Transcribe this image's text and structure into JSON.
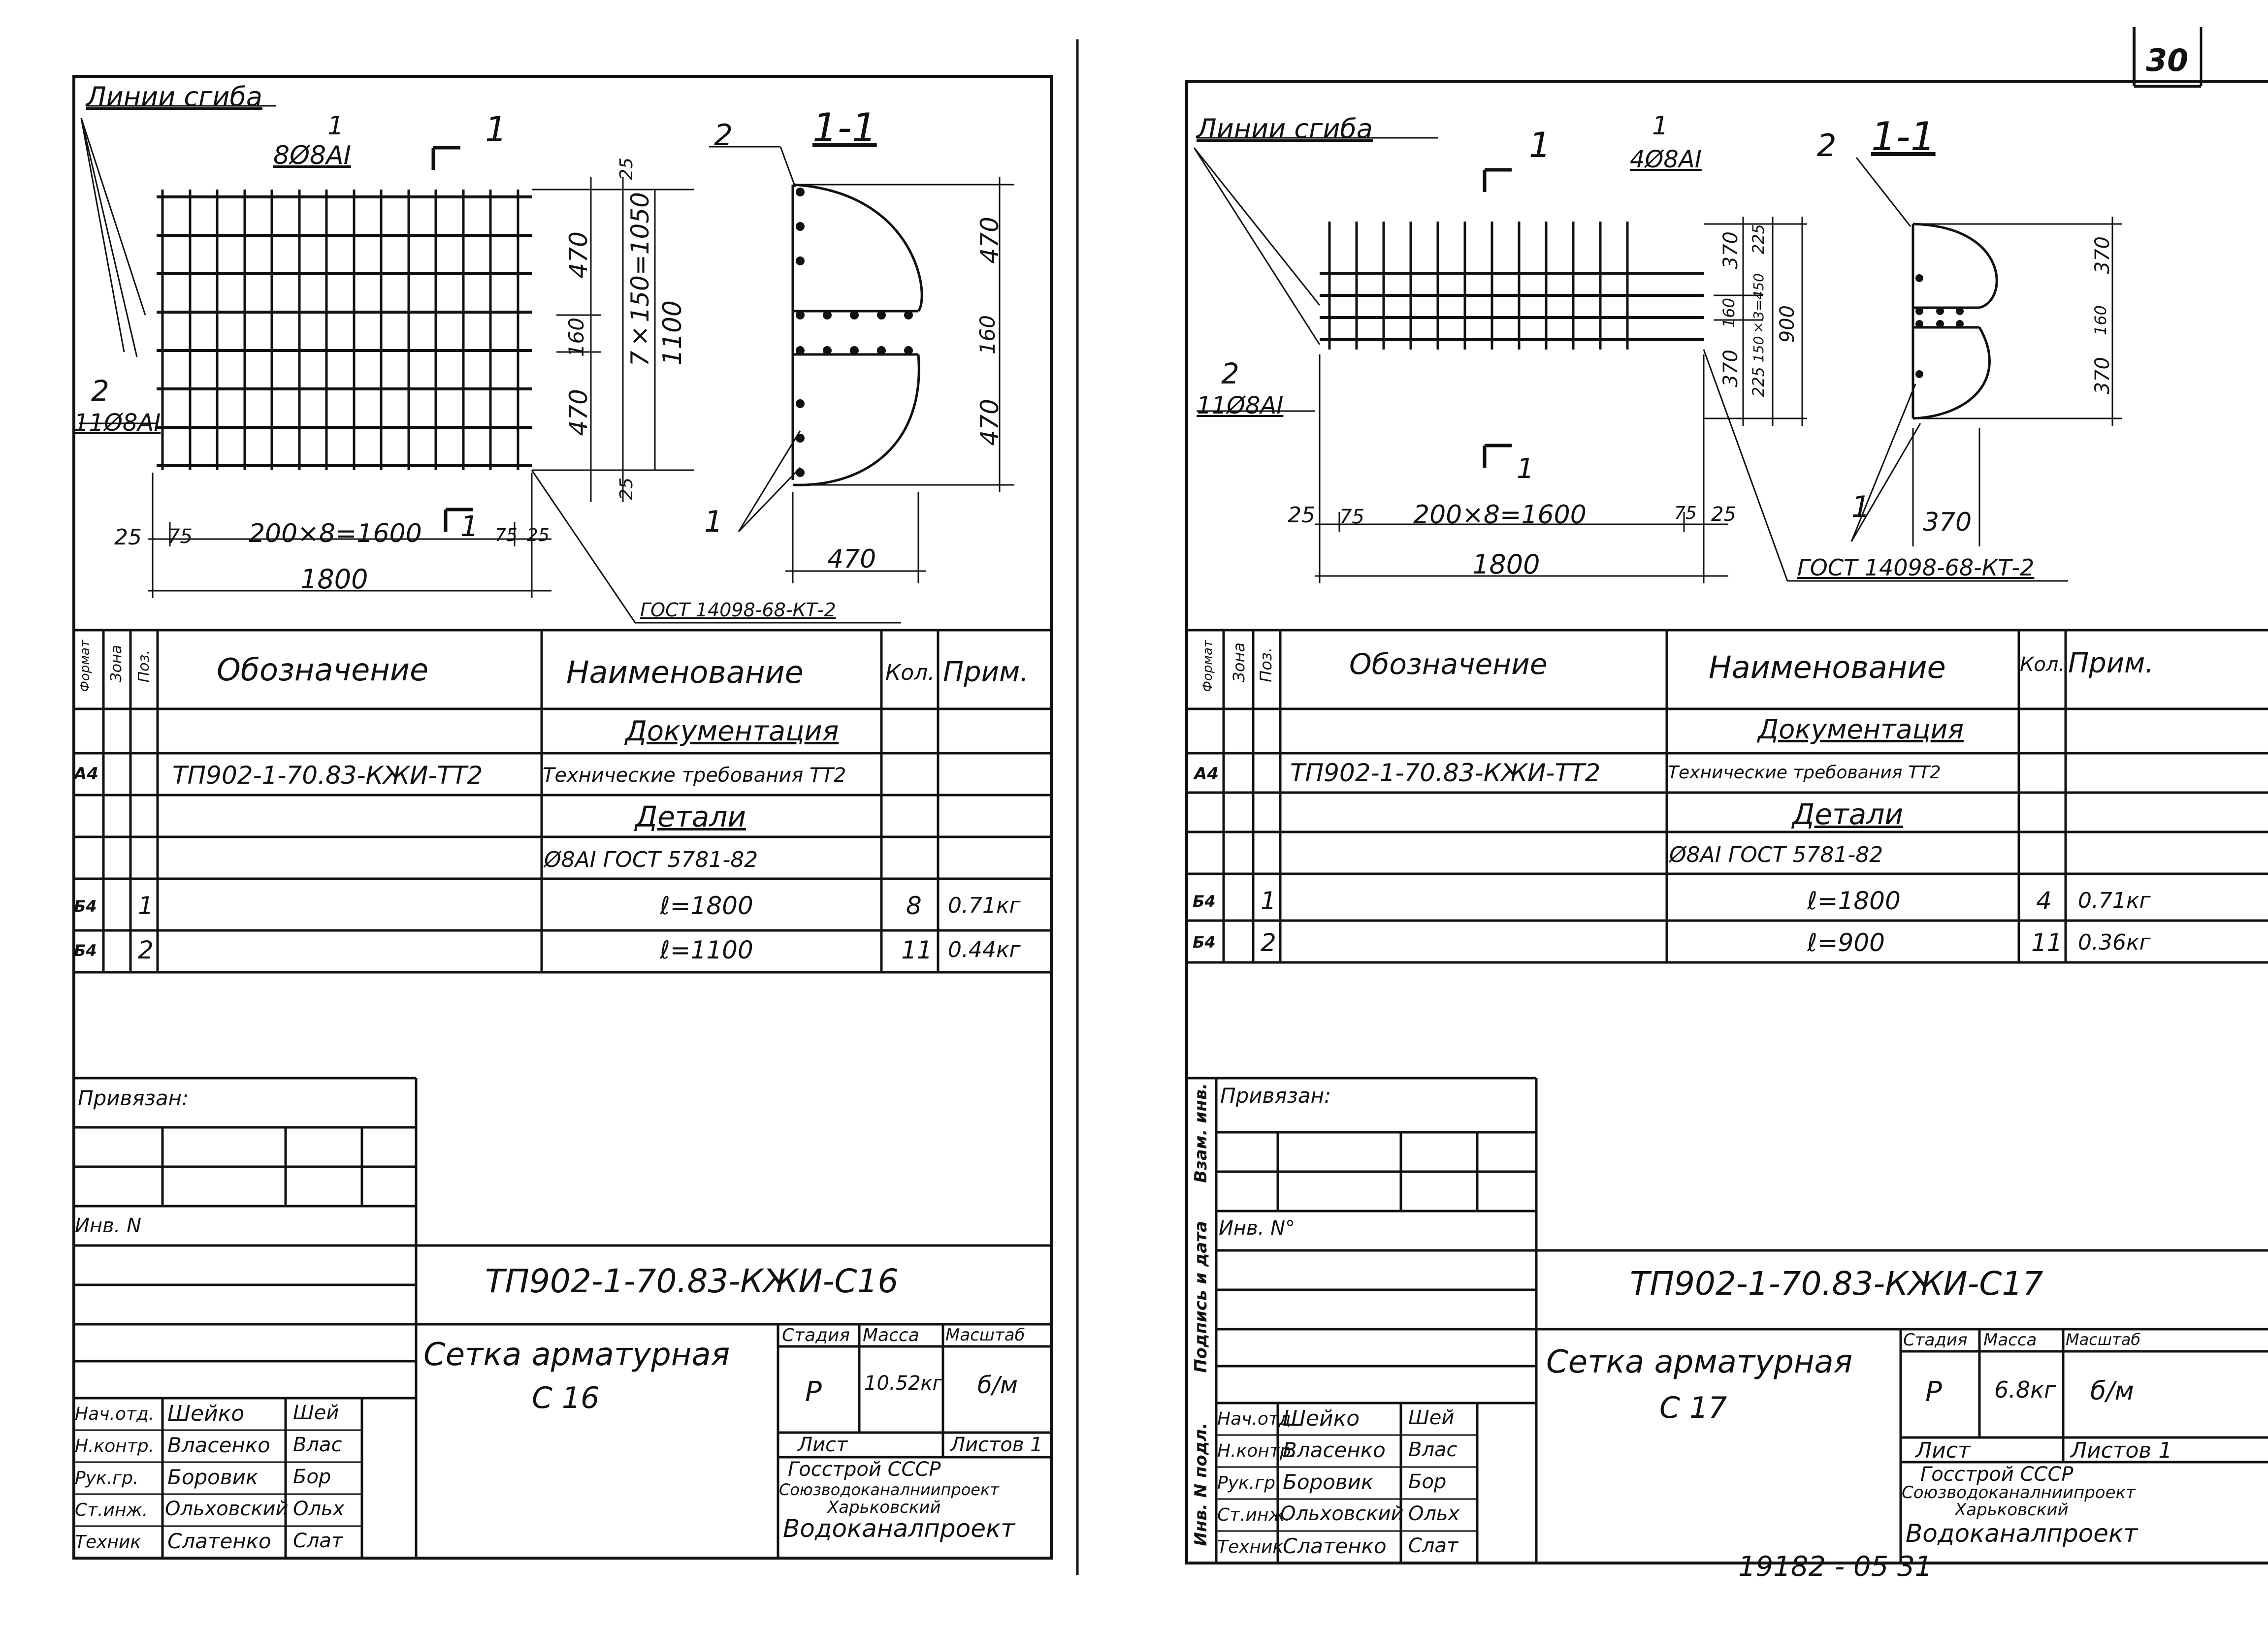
{
  "page_number": "30",
  "stamp_bottom": "19182 - 05   31",
  "sheets": [
    {
      "bend_lines_label": "Линии сгиба",
      "section_label": "1",
      "section_view_label": "1-1",
      "pos1_callout": "1",
      "pos1_bars": "8Ø8АI",
      "pos2_callout": "2",
      "pos2_bars": "11Ø8АI",
      "dim_bottom_spacing": "200×8=1600",
      "dim_bottom_total": "1800",
      "dim_25": "25",
      "dim_75": "75",
      "dim_470": "470",
      "dim_160": "160",
      "dim_spacing_v": "7×150=1050",
      "dim_total_v": "1100",
      "dim_section_w": "470",
      "gost_ref": "ГОСТ 14098-68-КТ-2",
      "table": {
        "head_format": "Формат",
        "head_zone": "Зона",
        "head_pos": "Поз.",
        "head_designation": "Обозначение",
        "head_name": "Наименование",
        "head_qty": "Кол.",
        "head_note": "Прим.",
        "section_docs": "Документация",
        "doc_format": "А4",
        "doc_designation": "ТП902-1-70.83-КЖИ-ТТ2",
        "doc_name": "Технические требования ТТ2",
        "section_details": "Детали",
        "material": "Ø8АI ГОСТ 5781-82",
        "row1_format": "Б4",
        "row1_pos": "1",
        "row1_name": "ℓ=1800",
        "row1_qty": "8",
        "row1_note": "0.71кг",
        "row2_format": "Б4",
        "row2_pos": "2",
        "row2_name": "ℓ=1100",
        "row2_qty": "11",
        "row2_note": "0.44кг"
      },
      "privyazan": "Привязан:",
      "inv_no": "Инв. N",
      "doc_code": "ТП902-1-70.83-КЖИ-С16",
      "title": "Сетка арматурная",
      "title_sub": "С 16",
      "stage_head": "Стадия",
      "mass_head": "Масса",
      "scale_head": "Масштаб",
      "stage": "Р",
      "mass": "10.52кг",
      "scale": "б/м",
      "sheet_label": "Лист",
      "sheets_label": "Листов 1",
      "org1": "Госстрой СССР",
      "org2": "Союзводоканалниипроект",
      "org3": "Харьковский",
      "org4": "Водоканалпроект",
      "signers": [
        {
          "role": "Нач.отд.",
          "name": "Шейко",
          "sig": "Шей"
        },
        {
          "role": "Н.контр.",
          "name": "Власенко",
          "sig": "Влас"
        },
        {
          "role": "Рук.гр.",
          "name": "Боровик",
          "sig": "Бор"
        },
        {
          "role": "Ст.инж.",
          "name": "Ольховский",
          "sig": "Ольх"
        },
        {
          "role": "Техник",
          "name": "Слатенко",
          "sig": "Слат"
        }
      ]
    },
    {
      "bend_lines_label": "Линии сгиба",
      "section_label": "1",
      "section_view_label": "1-1",
      "pos1_callout": "1",
      "pos1_bars": "4Ø8АI",
      "pos2_callout": "2",
      "pos2_bars": "11Ø8АI",
      "dim_bottom_spacing": "200×8=1600",
      "dim_bottom_total": "1800",
      "dim_25": "25",
      "dim_75": "75",
      "dim_370": "370",
      "dim_160": "160",
      "dim_225": "225",
      "dim_spacing_v": "150×3=450",
      "dim_total_v": "900",
      "dim_section_w": "370",
      "gost_ref": "ГОСТ 14098-68-КТ-2",
      "table": {
        "head_format": "Формат",
        "head_zone": "Зона",
        "head_pos": "Поз.",
        "head_designation": "Обозначение",
        "head_name": "Наименование",
        "head_qty": "Кол.",
        "head_note": "Прим.",
        "section_docs": "Документация",
        "doc_format": "А4",
        "doc_designation": "ТП902-1-70.83-КЖИ-ТТ2",
        "doc_name": "Технические требования ТТ2",
        "section_details": "Детали",
        "material": "Ø8АI ГОСТ 5781-82",
        "row1_format": "Б4",
        "row1_pos": "1",
        "row1_name": "ℓ=1800",
        "row1_qty": "4",
        "row1_note": "0.71кг",
        "row2_format": "Б4",
        "row2_pos": "2",
        "row2_name": "ℓ=900",
        "row2_qty": "11",
        "row2_note": "0.36кг"
      },
      "privyazan": "Привязан:",
      "inv_no": "Инв. N°",
      "margin_labels": [
        "Инв. N подл.",
        "Подпись и дата",
        "Взам. инв."
      ],
      "doc_code": "ТП902-1-70.83-КЖИ-С17",
      "title": "Сетка арматурная",
      "title_sub": "С 17",
      "stage_head": "Стадия",
      "mass_head": "Масса",
      "scale_head": "Масштаб",
      "stage": "Р",
      "mass": "6.8кг",
      "scale": "б/м",
      "sheet_label": "Лист",
      "sheets_label": "Листов 1",
      "org1": "Госстрой СССР",
      "org2": "Союзводоканалниипроект",
      "org3": "Харьковский",
      "org4": "Водоканалпроект",
      "signers": [
        {
          "role": "Нач.отд.",
          "name": "Шейко",
          "sig": "Шей"
        },
        {
          "role": "Н.контр.",
          "name": "Власенко",
          "sig": "Влас"
        },
        {
          "role": "Рук.гр.",
          "name": "Боровик",
          "sig": "Бор"
        },
        {
          "role": "Ст.инж.",
          "name": "Ольховский",
          "sig": "Ольх"
        },
        {
          "role": "Техник",
          "name": "Слатенко",
          "sig": "Слат"
        }
      ]
    }
  ]
}
